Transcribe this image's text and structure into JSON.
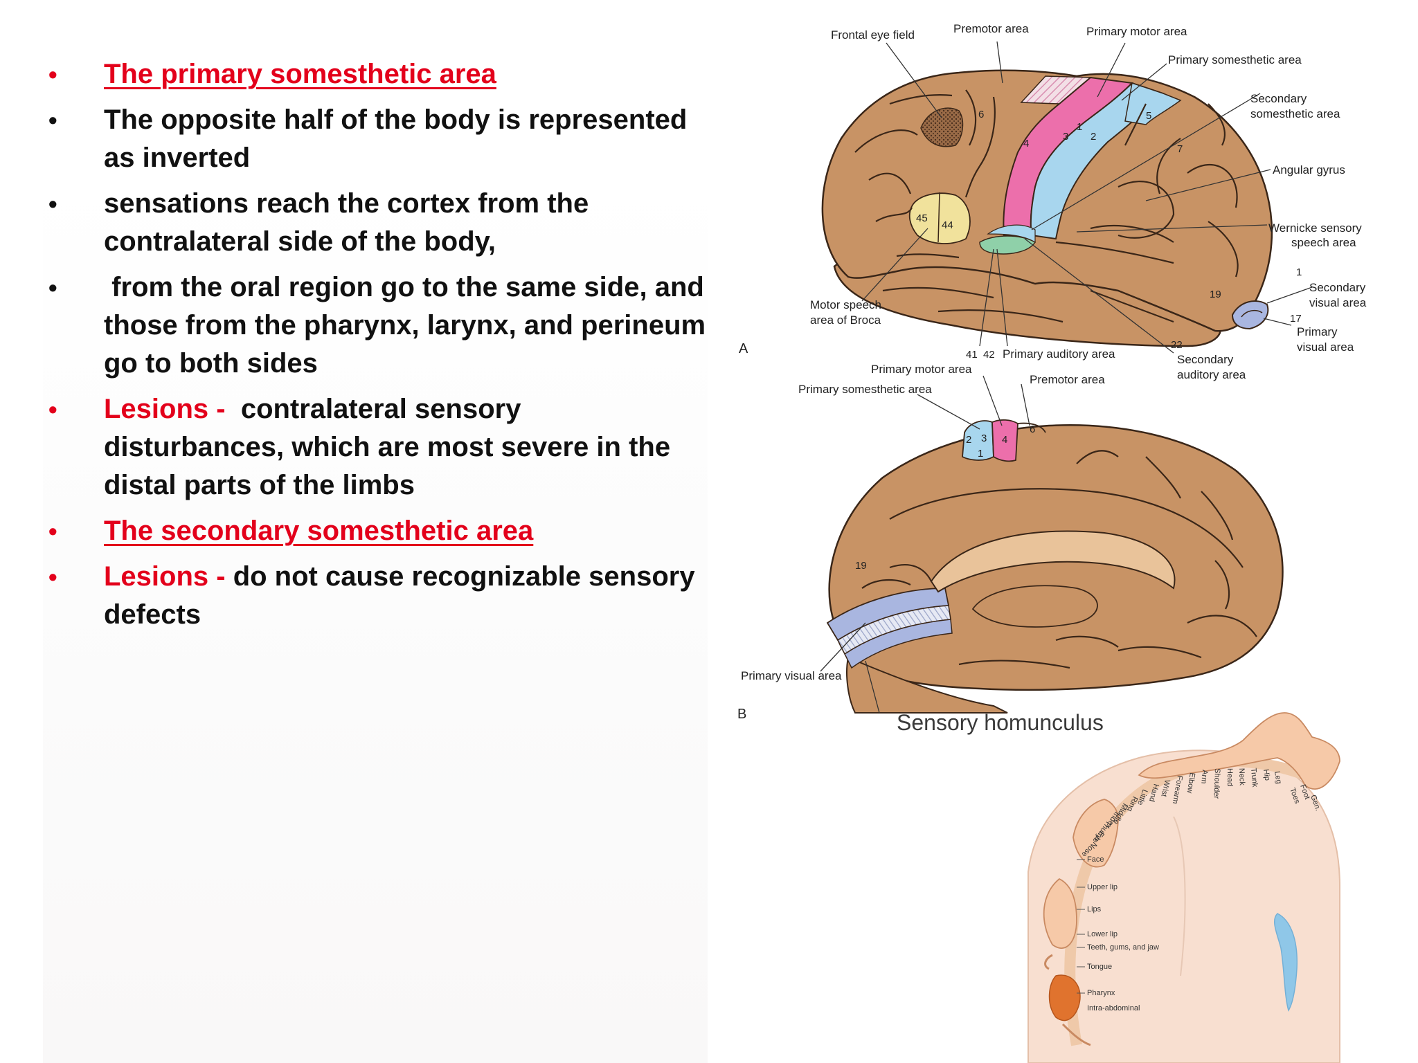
{
  "colors": {
    "accent_red": "#e3001b",
    "text": "#111111",
    "brain_tan": "#c89365",
    "motor_pink": "#ec6fab",
    "sensory_blue": "#a8d6ee",
    "broca_yellow": "#f1e29c",
    "auditory_green": "#8fd0a9",
    "homunculus_skin": "#f6c9a8"
  },
  "bullets": [
    {
      "marker": "•",
      "color": "red",
      "label": "The primary somesthetic area",
      "text": "",
      "underline": true
    },
    {
      "marker": "•",
      "color": "black",
      "label": "",
      "text": "The opposite half of the body is represented as inverted"
    },
    {
      "marker": "•",
      "color": "black",
      "label": "",
      "text": "sensations reach the cortex from the contralateral side of the body,"
    },
    {
      "marker": "•",
      "color": "black",
      "label": "",
      "text": " from the oral region go to the same side, and those from the pharynx, larynx, and perineum go to both sides"
    },
    {
      "marker": "•",
      "color": "red",
      "label": "Lesions - ",
      "text": " contralateral sensory disturbances, which are most severe in the distal parts of the limbs"
    },
    {
      "marker": "•",
      "color": "red",
      "label": "The secondary somesthetic area",
      "text": "",
      "underline": true
    },
    {
      "marker": "•",
      "color": "red",
      "label": "Lesions - ",
      "text": "do not cause recognizable sensory defects"
    }
  ],
  "figure_a": {
    "panel_letter": "A",
    "labels": {
      "frontal_eye_field": "Frontal eye field",
      "premotor_area": "Premotor area",
      "primary_motor_area": "Primary motor area",
      "primary_somesthetic_area": "Primary somesthetic area",
      "secondary_somesthetic_1": "Secondary",
      "secondary_somesthetic_2": "somesthetic area",
      "angular_gyrus": "Angular gyrus",
      "wernicke_1": "Wernicke sensory",
      "wernicke_2": "speech area",
      "secondary_visual_1": "Secondary",
      "secondary_visual_2": "visual area",
      "primary_visual_1": "Primary",
      "primary_visual_2": "visual area",
      "secondary_auditory_1": "Secondary",
      "secondary_auditory_2": "auditory area",
      "primary_auditory_area": "Primary auditory area",
      "broca_1": "Motor speech",
      "broca_2": "area of Broca"
    },
    "area_numbers": [
      "6",
      "4",
      "3",
      "1",
      "2",
      "5",
      "7",
      "45",
      "44",
      "19",
      "1",
      "17",
      "22",
      "41",
      "42"
    ]
  },
  "figure_b": {
    "panel_letter": "B",
    "labels": {
      "primary_motor_area": "Primary motor area",
      "premotor_area": "Premotor area",
      "primary_somesthetic_area": "Primary somesthetic area",
      "primary_visual_area": "Primary visual area"
    },
    "area_numbers": [
      "2",
      "3",
      "1",
      "4",
      "6",
      "19"
    ]
  },
  "homunculus": {
    "title": "Sensory homunculus",
    "body_parts": [
      "Toes",
      "Foot",
      "Gen.",
      "Leg",
      "Hip",
      "Trunk",
      "Neck",
      "Head",
      "Shoulder",
      "Arm",
      "Elbow",
      "Forearm",
      "Wrist",
      "Hand",
      "Little",
      "Ring",
      "Middle",
      "Index",
      "Thumb",
      "Eye",
      "Nose",
      "Face",
      "Upper lip",
      "Lips",
      "Lower lip",
      "Teeth, gums, and jaw",
      "Tongue",
      "Pharynx",
      "Intra-abdominal"
    ]
  }
}
